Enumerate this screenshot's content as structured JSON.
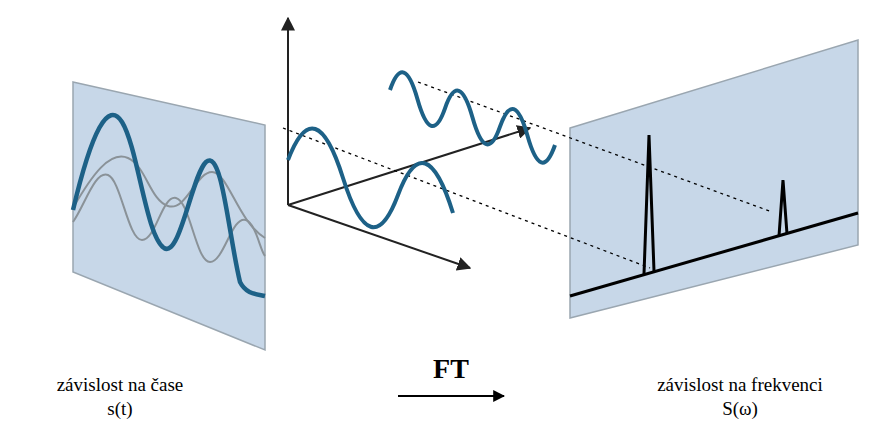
{
  "diagram": {
    "labels": [
      "závislost na čase",
      "s(t)",
      "FT",
      "závislost na frekvenci",
      "S(ω)"
    ]
  }
}
